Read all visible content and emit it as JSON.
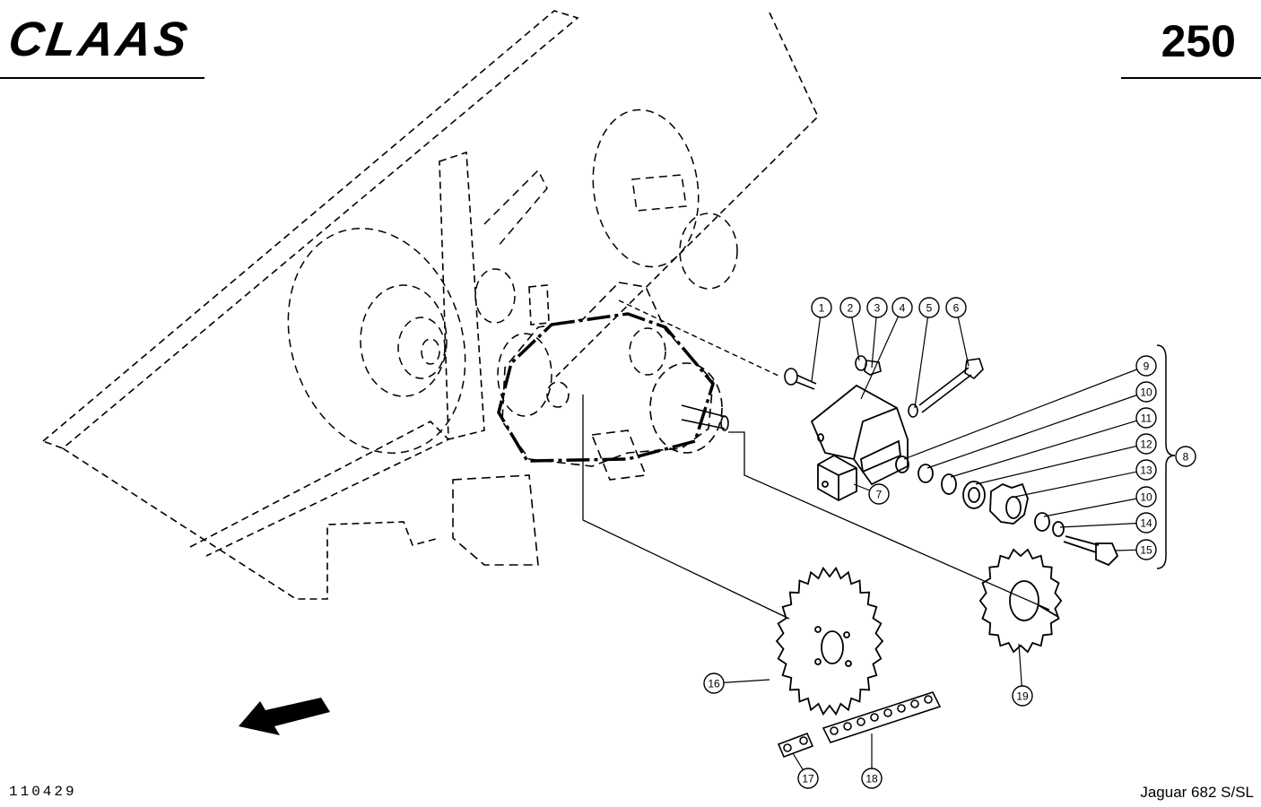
{
  "header": {
    "logo_text": "CLAAS",
    "page_number": "250"
  },
  "footer": {
    "drawing_ref": "110429",
    "model": "Jaguar 682 S/SL"
  },
  "callouts": [
    {
      "label": "1"
    },
    {
      "label": "2"
    },
    {
      "label": "3"
    },
    {
      "label": "4"
    },
    {
      "label": "5"
    },
    {
      "label": "6"
    },
    {
      "label": "9"
    },
    {
      "label": "10"
    },
    {
      "label": "11"
    },
    {
      "label": "12"
    },
    {
      "label": "13"
    },
    {
      "label": "10"
    },
    {
      "label": "14"
    },
    {
      "label": "15"
    },
    {
      "label": "8"
    },
    {
      "label": "7"
    },
    {
      "label": "16"
    },
    {
      "label": "19"
    },
    {
      "label": "17"
    },
    {
      "label": "18"
    }
  ],
  "icons": {
    "direction_arrow": "travel-direction-arrow-icon"
  }
}
